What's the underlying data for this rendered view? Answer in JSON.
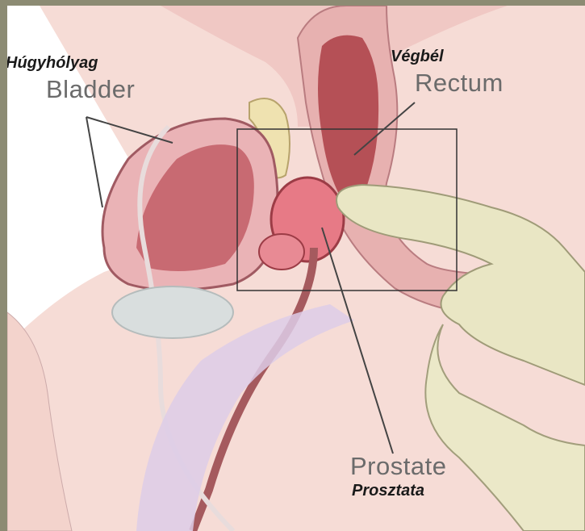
{
  "labels": {
    "bladder_hu": "Húgyhólyag",
    "bladder_en": "Bladder",
    "rectum_hu": "Végbél",
    "rectum_en": "Rectum",
    "prostate_en": "Prostate",
    "prostate_hu": "Prosztata"
  },
  "colors": {
    "frame": "#8c8b73",
    "skin": "#f6dcd6",
    "tissue": "#e8a0a6",
    "muscle": "#c45a62",
    "glove": "#e9e6c4",
    "vessel": "#d7c8e6"
  }
}
